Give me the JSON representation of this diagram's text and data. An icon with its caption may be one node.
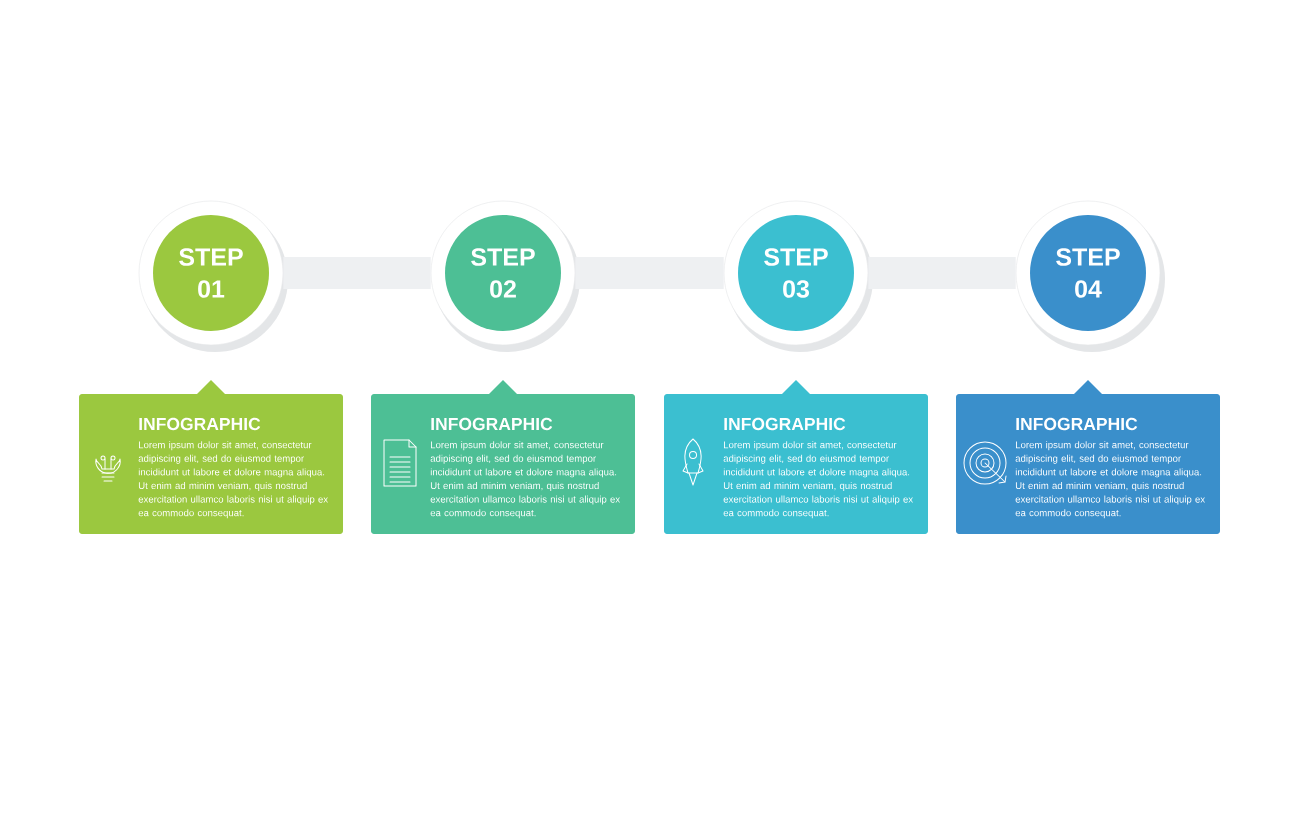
{
  "diagram": {
    "nodes": [
      {
        "text": [
          "STEP 01"
        ]
      },
      {
        "text": [
          "STEP 02"
        ]
      },
      {
        "text": [
          "STEP 03"
        ]
      },
      {
        "text": [
          "STEP 04"
        ]
      },
      {
        "text": [
          "INFOGRAPHIC",
          "Lorem ipsum dolor sit amet, consectetur adipiscing elit, sed do eiusmod tempor incididunt ut labore et dolore magna aliqua. Ut enim ad minim veniam, quis nostrud exercitation ullamco laboris nisi ut aliquip ex ea commodo consequat."
        ]
      },
      {
        "text": [
          "INFOGRAPHIC",
          "Lorem ipsum dolor sit amet, consectetur adipiscing elit, sed do eiusmod tempor incididunt ut labore et dolore magna aliqua. Ut enim ad minim veniam, quis nostrud exercitation ullamco laboris nisi ut aliquip ex ea commodo consequat."
        ]
      },
      {
        "text": [
          "INFOGRAPHIC",
          "Lorem ipsum dolor sit amet, consectetur adipiscing elit, sed do eiusmod tempor incididunt ut labore et dolore magna aliqua. Ut enim ad minim veniam, quis nostrud exercitation ullamco laboris nisi ut aliquip ex ea commodo consequat."
        ]
      },
      {
        "text": [
          "INFOGRAPHIC",
          "Lorem ipsum dolor sit amet, consectetur adipiscing elit, sed do eiusmod tempor incididunt ut labore et dolore magna aliqua. Ut enim ad minim veniam, quis nostrud exercitation ullamco laboris nisi ut aliquip ex ea commodo consequat."
        ]
      }
    ],
    "edges": [
      {
        "from": 0,
        "to": 1,
        "arrow": "none"
      },
      {
        "from": 1,
        "to": 2,
        "arrow": "none"
      },
      {
        "from": 2,
        "to": 3,
        "arrow": "none"
      }
    ]
  }
}
